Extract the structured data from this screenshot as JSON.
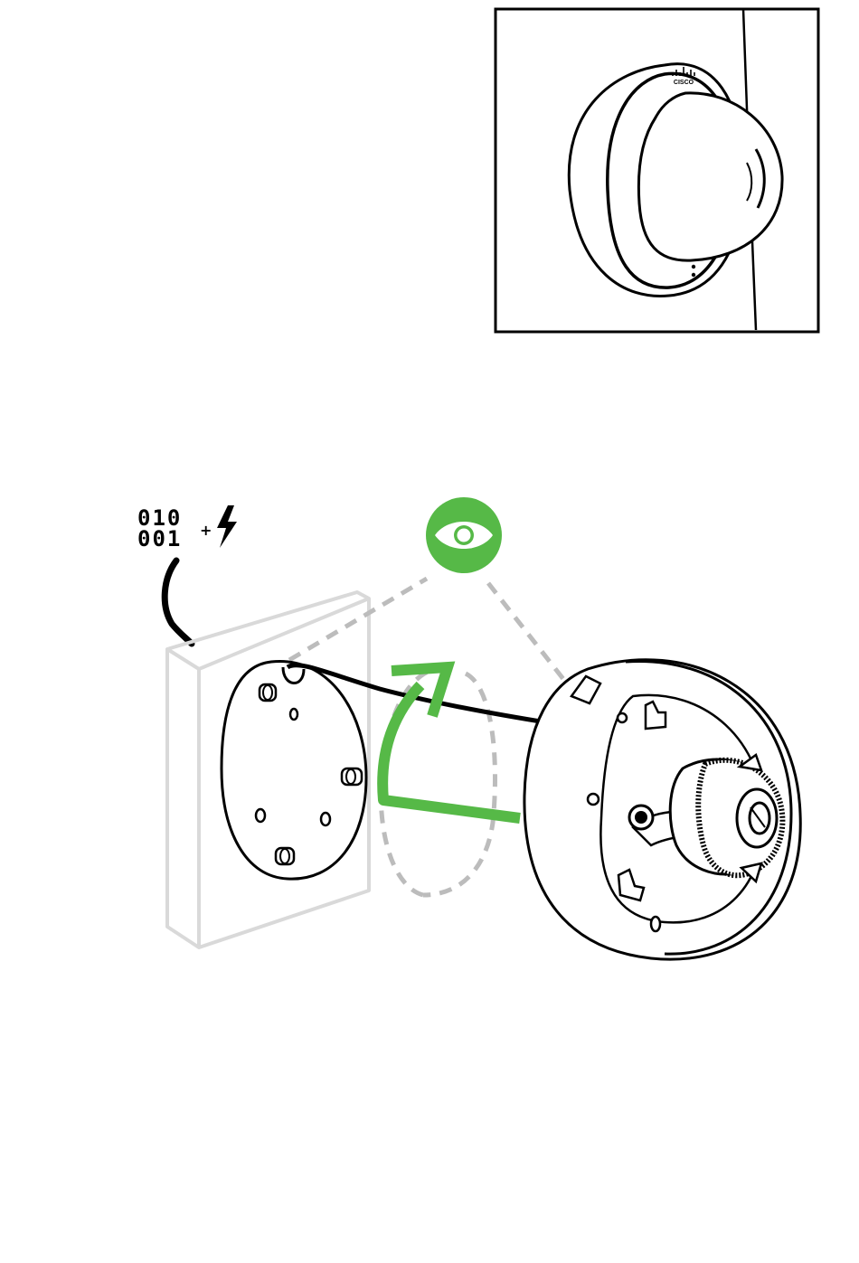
{
  "inset": {
    "brand_text": "CISCO"
  },
  "main": {
    "data_row_1": "010",
    "data_row_2": "001",
    "plus_symbol": "+",
    "power_icon": "lightning-bolt-icon",
    "view_icon": "eye-icon",
    "rotate_arrow_icon": "curved-arrow-icon"
  },
  "colors": {
    "accent_green": "#56b947",
    "outline": "#000000",
    "wall": "#d9d9d9",
    "dashed": "#bcbcbc"
  }
}
